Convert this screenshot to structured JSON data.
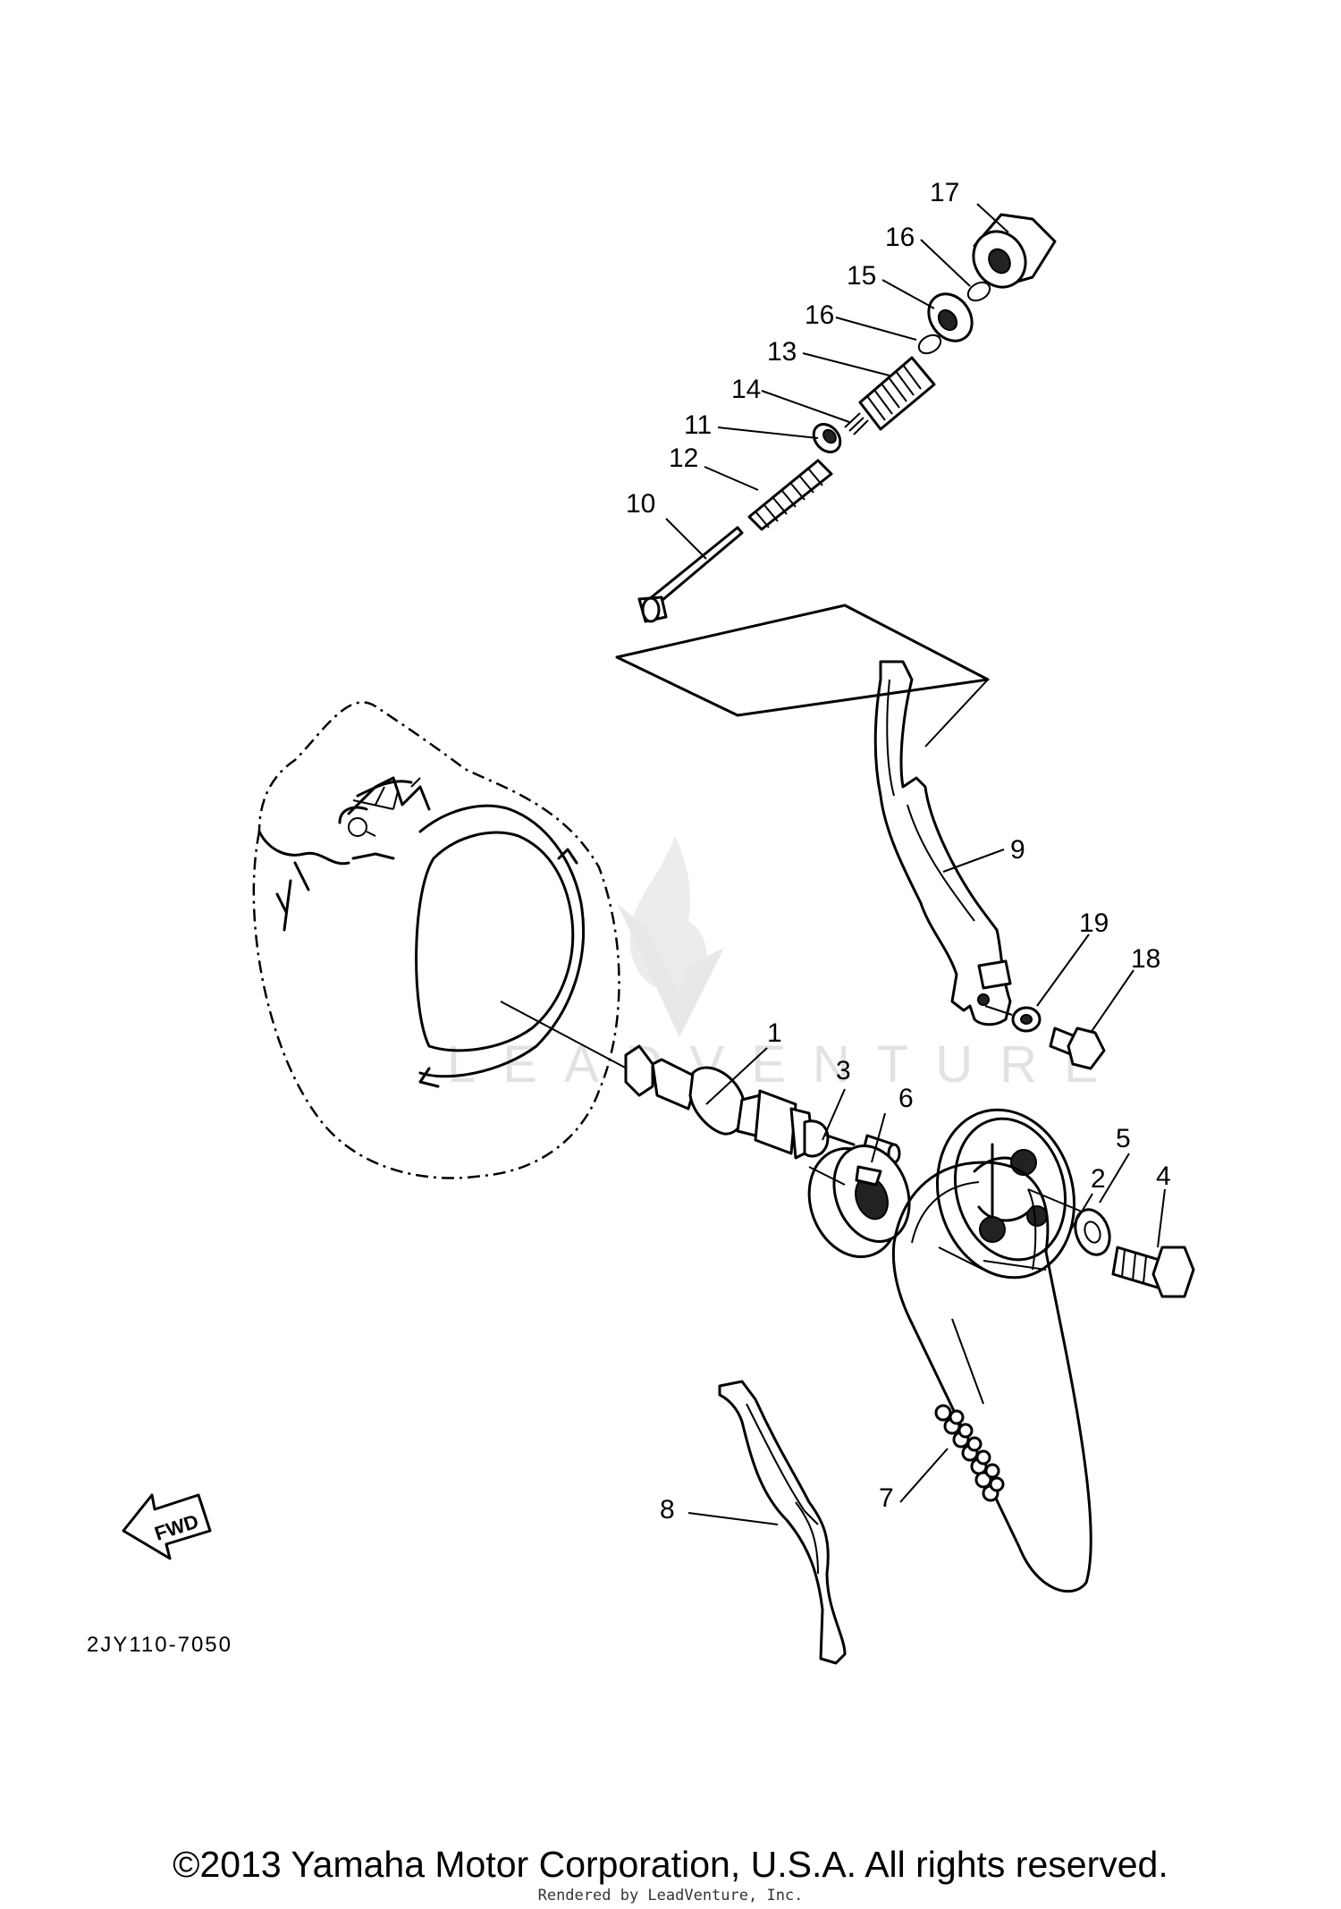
{
  "diagram": {
    "callouts": [
      "1",
      "2",
      "3",
      "4",
      "5",
      "6",
      "7",
      "8",
      "9",
      "10",
      "11",
      "12",
      "13",
      "14",
      "15",
      "16",
      "16",
      "17",
      "18",
      "19"
    ],
    "part_code": "2JY110-7050",
    "fwd_label": "FWD",
    "watermark_text": "LEADVENTURE"
  },
  "footer": {
    "copyright": "©2013 Yamaha Motor Corporation, U.S.A. All rights reserved.",
    "rendered_by": "Rendered by LeadVenture, Inc."
  }
}
